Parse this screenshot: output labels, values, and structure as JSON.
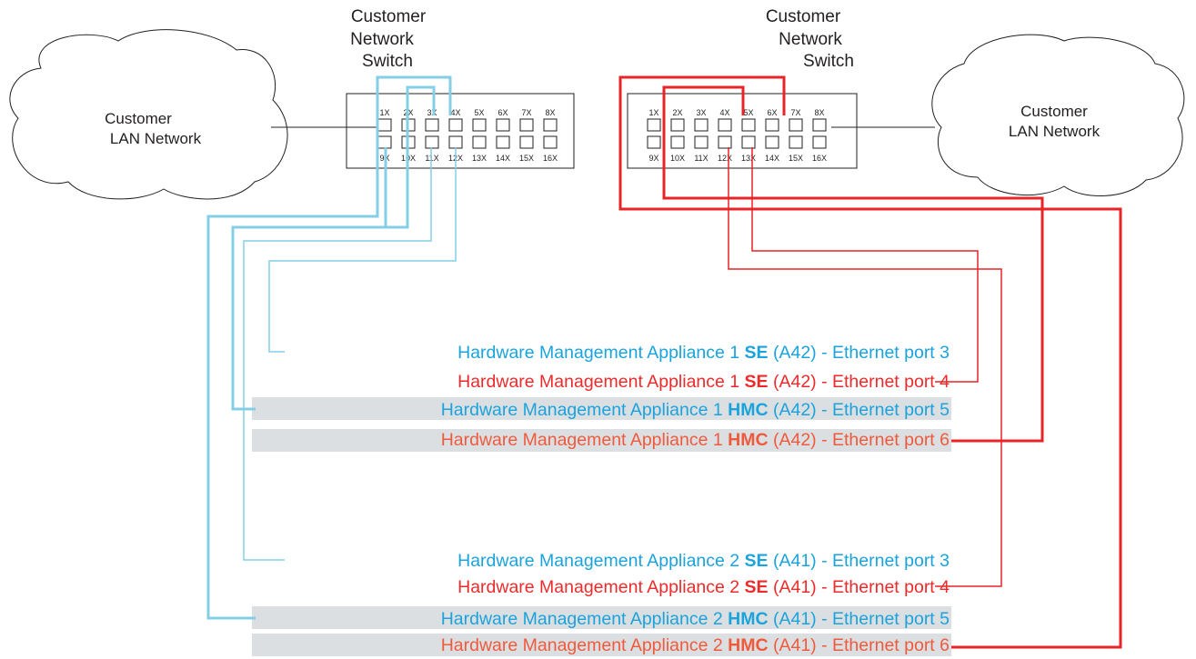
{
  "left_switch": {
    "title": [
      "Customer",
      "Network",
      "Switch"
    ],
    "top_ports": [
      "1X",
      "2X",
      "3X",
      "4X",
      "5X",
      "6X",
      "7X",
      "8X"
    ],
    "bottom_ports": [
      "9X",
      "10X",
      "11X",
      "12X",
      "13X",
      "14X",
      "15X",
      "16X"
    ]
  },
  "right_switch": {
    "title": [
      "Customer",
      "Network",
      "Switch"
    ],
    "top_ports": [
      "1X",
      "2X",
      "3X",
      "4X",
      "5X",
      "6X",
      "7X",
      "8X"
    ],
    "bottom_ports": [
      "9X",
      "10X",
      "11X",
      "12X",
      "13X",
      "14X",
      "15X",
      "16X"
    ]
  },
  "left_cloud": {
    "label": [
      "Customer",
      "LAN Network"
    ]
  },
  "right_cloud": {
    "label": [
      "Customer",
      "LAN Network"
    ]
  },
  "connections": [
    {
      "prefix": "Hardware Management Appliance 1 ",
      "bold": "SE",
      "suffix": " (A42) - Ethernet port 3",
      "color": "blue",
      "highlight": false
    },
    {
      "prefix": "Hardware Management Appliance 1 ",
      "bold": "SE",
      "suffix": " (A42) - Ethernet port 4",
      "color": "red",
      "highlight": false
    },
    {
      "prefix": "Hardware Management Appliance 1 ",
      "bold": "HMC",
      "suffix": " (A42) - Ethernet port 5",
      "color": "blue",
      "highlight": true
    },
    {
      "prefix": "Hardware Management Appliance 1 ",
      "bold": "HMC",
      "suffix": " (A42) - Ethernet port 6",
      "color": "hmc-red",
      "highlight": true
    },
    {
      "prefix": "Hardware Management Appliance 2 ",
      "bold": "SE",
      "suffix": " (A41) - Ethernet port 3",
      "color": "blue",
      "highlight": false
    },
    {
      "prefix": "Hardware Management Appliance 2 ",
      "bold": "SE",
      "suffix": " (A41) - Ethernet port 4",
      "color": "red",
      "highlight": false
    },
    {
      "prefix": "Hardware Management Appliance 2 ",
      "bold": "HMC",
      "suffix": " (A41) - Ethernet port 5",
      "color": "blue",
      "highlight": true
    },
    {
      "prefix": "Hardware Management Appliance 2 ",
      "bold": "HMC",
      "suffix": " (A41) - Ethernet port 6",
      "color": "hmc-red",
      "highlight": true
    }
  ],
  "colors": {
    "blue_text": "#1aa3dd",
    "blue_wire": "#84cfe6",
    "red": "#e92326",
    "hmc_red": "#f05a3c",
    "highlight": "#dcdfe1"
  }
}
